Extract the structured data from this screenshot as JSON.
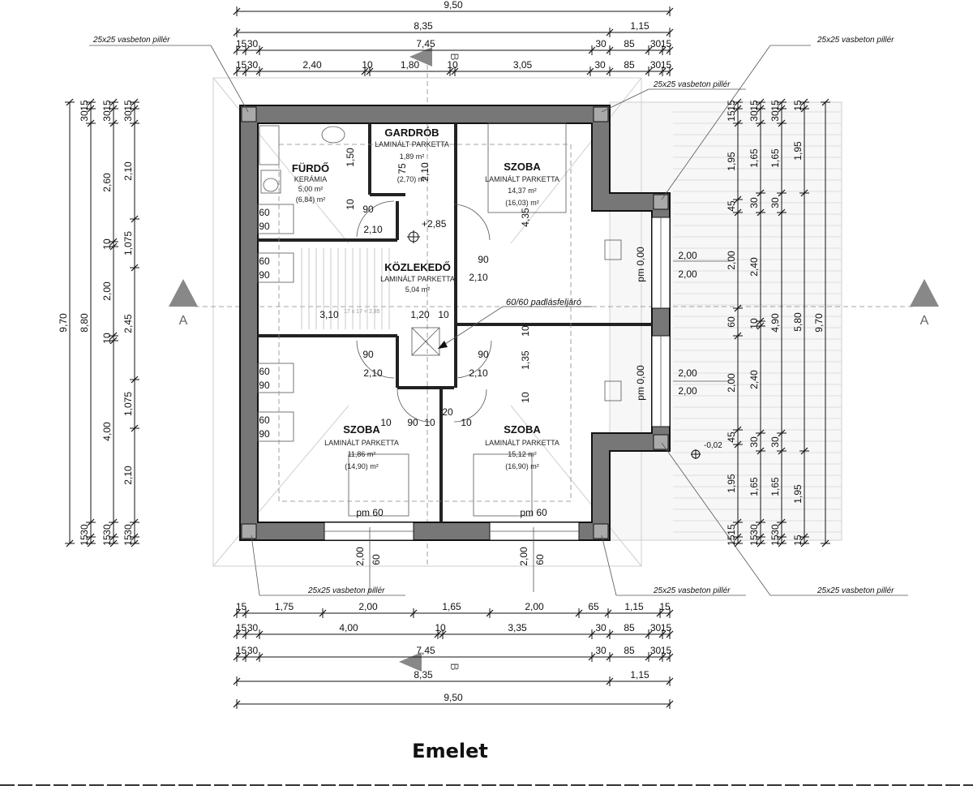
{
  "title": "Emelet",
  "rooms": [
    {
      "id": "furdo",
      "name": "FÜRDŐ",
      "floor": "KERÁMIA",
      "area": "5,00 m²",
      "area_gross": "(6,84) m²"
    },
    {
      "id": "gardrob",
      "name": "GARDRÓB",
      "floor": "LAMINÁLT PARKETTA",
      "area": "1,89 m²",
      "area_gross": "(2,70) m²"
    },
    {
      "id": "szoba1",
      "name": "SZOBA",
      "floor": "LAMINÁLT PARKETTA",
      "area": "14,37 m²",
      "area_gross": "(16,03) m²"
    },
    {
      "id": "kozlekedo",
      "name": "KÖZLEKEDŐ",
      "floor": "LAMINÁLT PARKETTA",
      "area": "5,04 m²",
      "area_gross": ""
    },
    {
      "id": "szoba2",
      "name": "SZOBA",
      "floor": "LAMINÁLT PARKETTA",
      "area": "11,86 m²",
      "area_gross": "(14,90) m²"
    },
    {
      "id": "szoba3",
      "name": "SZOBA",
      "floor": "LAMINÁLT PARKETTA",
      "area": "15,12 m²",
      "area_gross": "(16,90) m²"
    }
  ],
  "callouts": {
    "pillar": "25x25 vasbeton pillér",
    "attic": "60/60 padlásfeljáró",
    "level": "+2,85",
    "outside_level": "-0,02"
  },
  "section_marks": {
    "a": "A",
    "b": "B"
  },
  "top_dims": {
    "row1": [
      "9,50"
    ],
    "row2": [
      "8,35",
      "1,15"
    ],
    "row3": [
      "15",
      "30",
      "7,45",
      "30",
      "85",
      "30",
      "15"
    ],
    "row4": [
      "15",
      "30",
      "2,40",
      "10",
      "1,80",
      "10",
      "3,05",
      "30",
      "85",
      "30",
      "15"
    ]
  },
  "bottom_dims": {
    "row1": [
      "15",
      "1,75",
      "2,00",
      "1,65",
      "2,00",
      "65",
      "1,15",
      "15"
    ],
    "row2": [
      "15",
      "30",
      "4,00",
      "10",
      "3,35",
      "30",
      "85",
      "30",
      "15"
    ],
    "row3": [
      "15",
      "30",
      "7,45",
      "30",
      "85",
      "30",
      "15"
    ],
    "row4": [
      "8,35",
      "1,15"
    ],
    "row5": [
      "9,50"
    ]
  },
  "left_dims": {
    "col1": [
      "9,70"
    ],
    "col2": [
      "15",
      "30",
      "8,80",
      "30",
      "15"
    ],
    "col3": [
      "15",
      "30",
      "2,60",
      "10",
      "2,00",
      "10",
      "4,00",
      "30",
      "15"
    ],
    "col4": [
      "15",
      "30",
      "2,10",
      "1,075",
      "2,45",
      "1,075",
      "2,10",
      "30",
      "15"
    ]
  },
  "right_dims": {
    "col1": [
      "15",
      "15",
      "1,95",
      "45",
      "2,00",
      "60",
      "2,00",
      "45",
      "1,95",
      "15",
      "15"
    ],
    "col2": [
      "15",
      "30",
      "1,65",
      "30",
      "2,40",
      "10",
      "2,40",
      "30",
      "1,65",
      "30",
      "15"
    ],
    "col3": [
      "15",
      "30",
      "1,65",
      "30",
      "4,90",
      "30",
      "1,65",
      "30",
      "15"
    ],
    "col4": [
      "15",
      "1,95",
      "5,80",
      "1,95",
      "15"
    ],
    "col5": [
      "9,70"
    ]
  },
  "inner_dims": {
    "furdo_w": "1,50",
    "gardrob_w": "75",
    "gardrob_h": "2,10",
    "gardrob_t": "10",
    "hall_h": "4,35",
    "hall_w1": "3,10",
    "hall_w2": "1,20",
    "hall_t": "10",
    "hall_v1": "1,35",
    "hall_v2": "10",
    "hall_v3": "10",
    "bot_w1": "10",
    "bot_w2": "90",
    "bot_w3": "10",
    "bot_w4": "20",
    "bot_w5": "10"
  },
  "doors": [
    "90",
    "2,10",
    "90",
    "2,10",
    "90",
    "2,10",
    "90",
    "2,10"
  ],
  "cabinets": [
    "60",
    "90",
    "60",
    "90",
    "60",
    "90",
    "60",
    "90"
  ],
  "windows": {
    "pm_label": "pm 0,00",
    "w_label": "2,00",
    "bottom_pm": "pm 60",
    "bottom_w1": "2,00",
    "bottom_w2": "60",
    "tread": "17 x 17 = 2,85"
  }
}
